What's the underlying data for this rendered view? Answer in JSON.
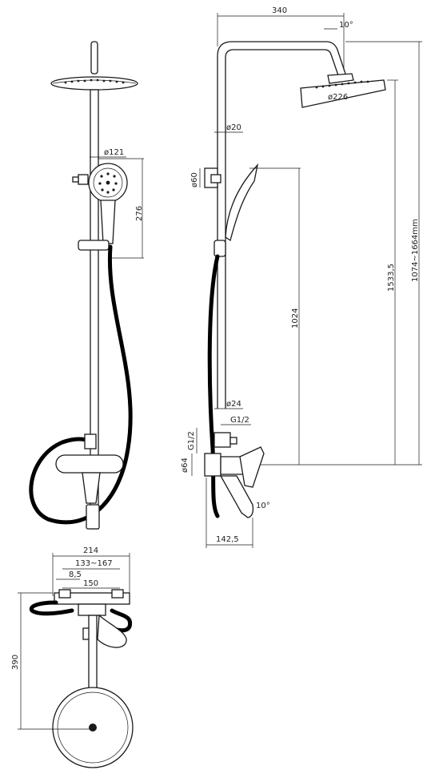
{
  "colors": {
    "line": "#1a1a1a",
    "hose": "#000000",
    "background": "#ffffff"
  },
  "dimensions": {
    "handshower_diameter": "ø121",
    "handshower_height": "276",
    "top_width": "340",
    "arm_angle": "10°",
    "head_diameter": "ø226",
    "pipe_diameter": "ø20",
    "holder_diameter": "ø60",
    "height_1024": "1024",
    "height_1533": "1533,5",
    "height_range": "1074~1664mm",
    "lower_pipe_diameter": "ø24",
    "thread_right": "G1/2",
    "thread_left": "G1/2",
    "body_diameter": "ø64",
    "spout_angle": "10°",
    "spout_depth": "142,5",
    "mixer_width": "214",
    "centers_range": "133~167",
    "offset": "8,5",
    "rosette_span": "150",
    "depth_390": "390"
  }
}
